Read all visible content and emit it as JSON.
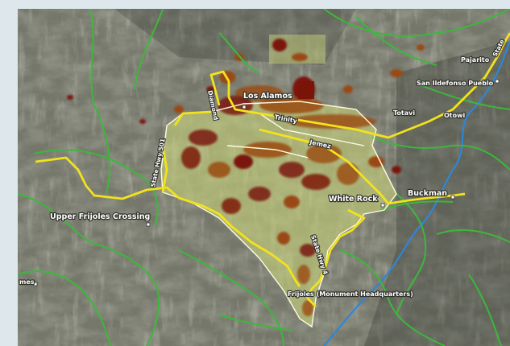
{
  "map": {
    "places": {
      "pajarito": "Pajarito",
      "san_ildefonso": "San Ildefonso Pueblo",
      "los_alamos": "Los Alamos",
      "totavi": "Totavi",
      "otowi": "Otowi",
      "trinity": "Trinity",
      "jemez": "Jemez",
      "white_rock": "White Rock",
      "buckman": "Buckman",
      "upper_frijoles": "Upper Frijoles Crossing",
      "frijoles_hq": "Frijoles (Monument Headquarters)",
      "left_edge_partial": "mes"
    },
    "roads": {
      "diamond": "Diamond",
      "state_hwy_501": "State Hwy 501",
      "state_hwy_4": "State Hwy 4",
      "state_top_right": "State"
    },
    "colors": {
      "highway": "#f2e21c",
      "trails": "#3cb83a",
      "river": "#2e86d8",
      "boundary": "#fffbe0",
      "fire_overlay": "#c8d27a",
      "burn_dark": "#7a1408",
      "burn_mid": "#9a4a12"
    }
  }
}
